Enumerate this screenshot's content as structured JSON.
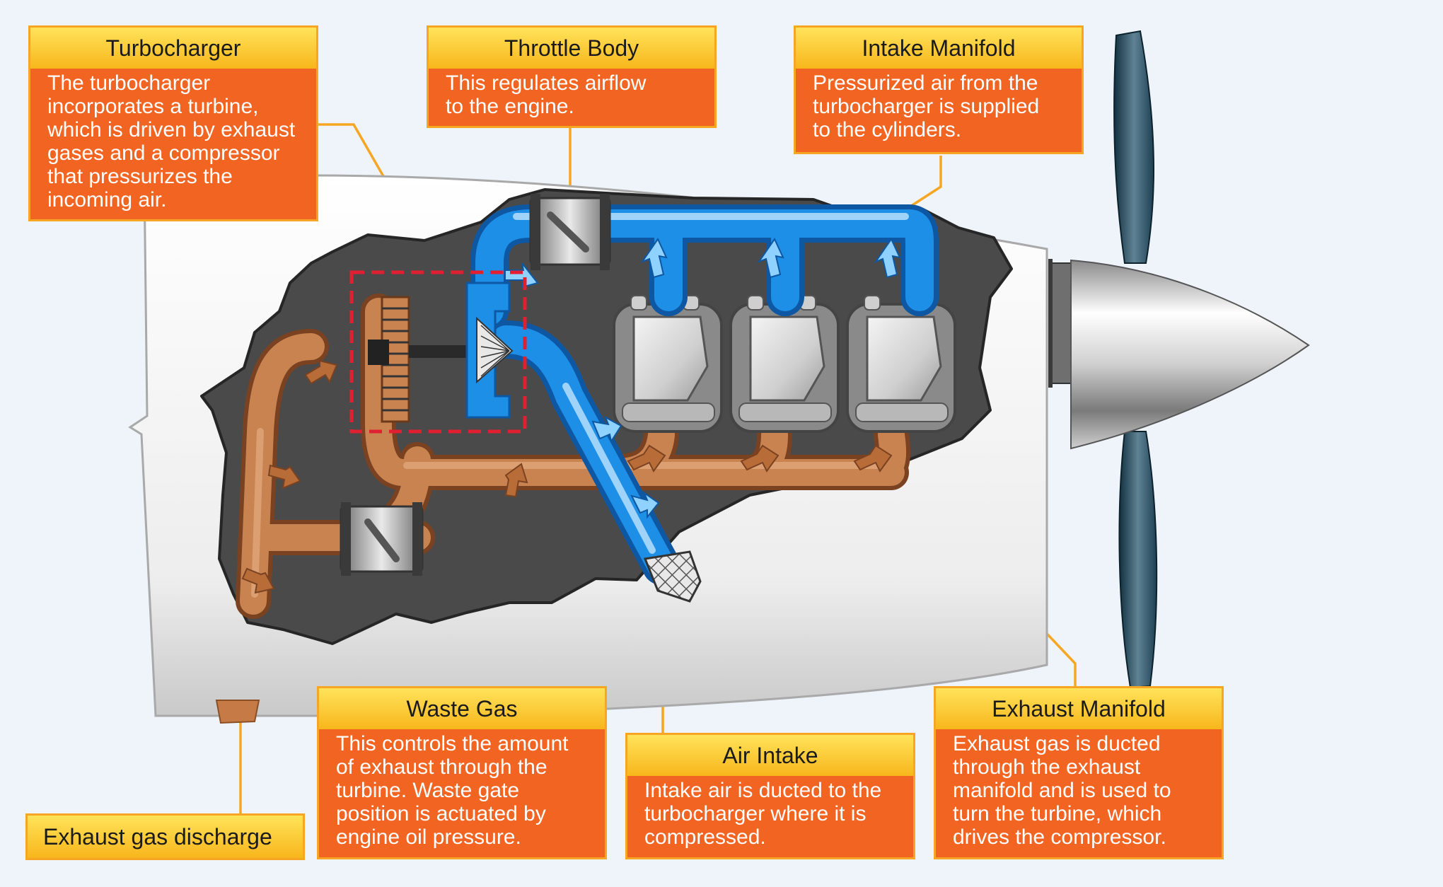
{
  "callouts": {
    "turbocharger": {
      "title": "Turbocharger",
      "text": "The turbocharger\nincorporates a turbine,\nwhich is driven by exhaust\ngases and a compressor\nthat pressurizes the\nincoming air."
    },
    "throttle_body": {
      "title": "Throttle Body",
      "text": "This regulates airflow\nto the engine."
    },
    "intake_manifold": {
      "title": "Intake Manifold",
      "text": "Pressurized air from the\nturbocharger is supplied\nto the cylinders."
    },
    "waste_gas": {
      "title": "Waste Gas",
      "text": "This controls the amount\nof exhaust through the\nturbine. Waste gate\nposition is actuated by\nengine oil pressure."
    },
    "air_intake": {
      "title": "Air Intake",
      "text": "Intake air is ducted to the\nturbocharger where it is\ncompressed."
    },
    "exhaust_manifold": {
      "title": "Exhaust Manifold",
      "text": "Exhaust gas is ducted\nthrough the exhaust\nmanifold and is used to\nturn the turbine, which\ndrives the compressor."
    },
    "exhaust_discharge": {
      "title": "Exhaust gas discharge"
    }
  },
  "colors": {
    "callout_body": "#f26422",
    "callout_header": "#fcc82c",
    "leader_line": "#f6a623",
    "intake_air": "#1e8fe6",
    "exhaust_gas": "#c98350",
    "engine_bay": "#4a4a4a",
    "cowling": "#f7f7f7"
  }
}
